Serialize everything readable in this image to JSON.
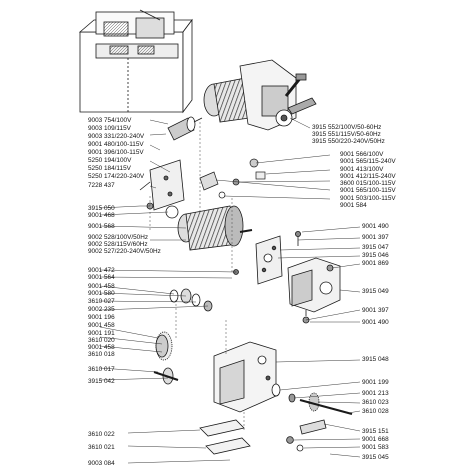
{
  "labels_left": [
    {
      "id": "l1",
      "text": "9003 754/100V"
    },
    {
      "id": "l2",
      "text": "9003 109/115V"
    },
    {
      "id": "l3",
      "text": "9003 331/220-240V"
    },
    {
      "id": "l4",
      "text": "9001 480/100-115V"
    },
    {
      "id": "l5",
      "text": "9001 396/100-115V"
    },
    {
      "id": "l6",
      "text": "5250 194/100V"
    },
    {
      "id": "l7",
      "text": "5250 184/115V"
    },
    {
      "id": "l8",
      "text": "5250 174/220-240V"
    },
    {
      "id": "l9",
      "text": "7228 437"
    },
    {
      "id": "l10",
      "text": "3915 050"
    },
    {
      "id": "l11",
      "text": "9001 468"
    },
    {
      "id": "l12",
      "text": "9001 568"
    },
    {
      "id": "l13",
      "text": "9002 528/100V/50Hz"
    },
    {
      "id": "l14",
      "text": "9002 528/115V/60Hz"
    },
    {
      "id": "l15",
      "text": "9002 527/220-240V/50Hz"
    },
    {
      "id": "l16",
      "text": "9001 472"
    },
    {
      "id": "l17",
      "text": "9001 564"
    },
    {
      "id": "l18",
      "text": "9001 458"
    },
    {
      "id": "l19",
      "text": "9001 580"
    },
    {
      "id": "l20",
      "text": "3610 027"
    },
    {
      "id": "l21",
      "text": "9002 235"
    },
    {
      "id": "l22",
      "text": "9001 196"
    },
    {
      "id": "l23",
      "text": "9001 458"
    },
    {
      "id": "l24",
      "text": "9001 191"
    },
    {
      "id": "l25",
      "text": "3610 020"
    },
    {
      "id": "l26",
      "text": "9001 458"
    },
    {
      "id": "l27",
      "text": "3610 018"
    },
    {
      "id": "l28",
      "text": "3610 017"
    },
    {
      "id": "l29",
      "text": "3915 042"
    },
    {
      "id": "l30",
      "text": "3610 022"
    },
    {
      "id": "l31",
      "text": "3610 021"
    },
    {
      "id": "l32",
      "text": "9003 084"
    }
  ],
  "labels_right": [
    {
      "id": "r1",
      "text": "3915 552/100V/50-60Hz"
    },
    {
      "id": "r2",
      "text": "3915 551/115V/50-60Hz"
    },
    {
      "id": "r3",
      "text": "3915 550/220-240V/50Hz"
    },
    {
      "id": "r4",
      "text": "9001 566/100V"
    },
    {
      "id": "r5",
      "text": "9001 565/115-240V"
    },
    {
      "id": "r6",
      "text": "9001 413/100V"
    },
    {
      "id": "r7",
      "text": "9001 412/115-240V"
    },
    {
      "id": "r8",
      "text": "3600 015/100-115V"
    },
    {
      "id": "r9",
      "text": "9001 565/100-115V"
    },
    {
      "id": "r10",
      "text": "9001 503/100-115V"
    },
    {
      "id": "r11",
      "text": "9001 584"
    },
    {
      "id": "r12",
      "text": "9001 490"
    },
    {
      "id": "r13",
      "text": "9001 397"
    },
    {
      "id": "r14",
      "text": "3915 047"
    },
    {
      "id": "r15",
      "text": "3915 046"
    },
    {
      "id": "r16",
      "text": "9001 869"
    },
    {
      "id": "r17",
      "text": "3915 049"
    },
    {
      "id": "r18",
      "text": "9001 397"
    },
    {
      "id": "r19",
      "text": "9001 490"
    },
    {
      "id": "r20",
      "text": "3915 048"
    },
    {
      "id": "r21",
      "text": "9001 199"
    },
    {
      "id": "r22",
      "text": "9001 213"
    },
    {
      "id": "r23",
      "text": "3610 023"
    },
    {
      "id": "r24",
      "text": "3610 028"
    },
    {
      "id": "r25",
      "text": "3915 151"
    },
    {
      "id": "r26",
      "text": "9001 668"
    },
    {
      "id": "r27",
      "text": "9001 583"
    },
    {
      "id": "r28",
      "text": "3915 045"
    }
  ],
  "colors": {
    "ink": "#1a1a1a",
    "shade": "#8a8a8a",
    "light": "#cfcfcf",
    "paper": "#ffffff"
  }
}
